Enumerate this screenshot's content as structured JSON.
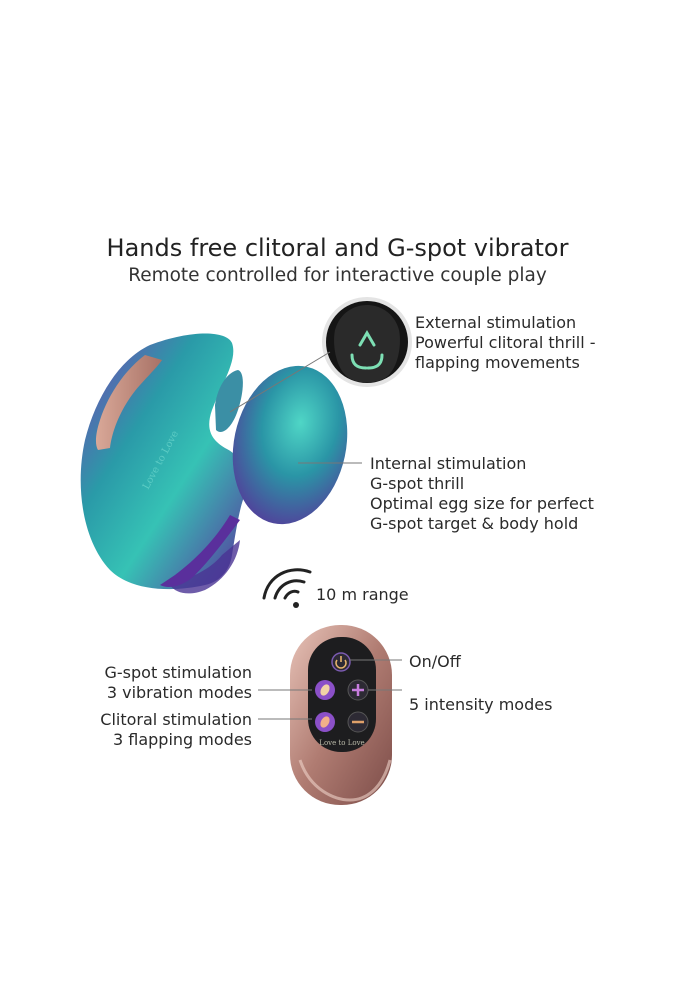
{
  "heading": {
    "title": "Hands free clitoral and G-spot vibrator",
    "subtitle": "Remote controlled for interactive couple play"
  },
  "callouts": {
    "external": [
      "External stimulation",
      "Powerful clitoral thrill -",
      "flapping movements"
    ],
    "internal": [
      "Internal stimulation",
      "G-spot thrill",
      "Optimal egg size for perfect",
      "G-spot target & body hold"
    ],
    "range": "10 m range",
    "on_off": "On/Off",
    "intensity": "5 intensity modes",
    "gspot_remote": [
      "G-spot stimulation",
      "3 vibration modes"
    ],
    "clitoral_remote": [
      "Clitoral stimulation",
      "3 flapping modes"
    ]
  },
  "branding": {
    "device_logo": "Love to Love",
    "remote_logo": "Love to Love"
  },
  "colors": {
    "device_teal": "#2fb7b0",
    "device_purple": "#6a3aa8",
    "remote_rose": "#c7968a",
    "remote_panel": "#1d1d1f"
  }
}
